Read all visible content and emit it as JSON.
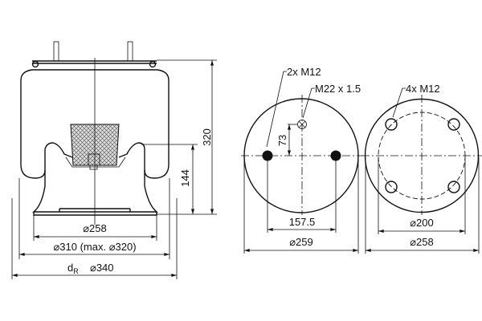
{
  "side_view": {
    "height_total": "320",
    "height_piston": "144",
    "piston_diameter": "⌀258",
    "bellows_diameter": "⌀310 (max. ⌀320)",
    "dr_label": "d",
    "dr_subscript": "R",
    "dr_diameter": "⌀340"
  },
  "top_plate_view": {
    "studs_label": "2x M12",
    "air_port_label": "M22 x 1.5",
    "offset": "73",
    "stud_spacing": "157.5",
    "diameter": "⌀259"
  },
  "bottom_plate_view": {
    "holes_label": "4x M12",
    "bolt_circle": "⌀200",
    "diameter": "⌀258"
  }
}
